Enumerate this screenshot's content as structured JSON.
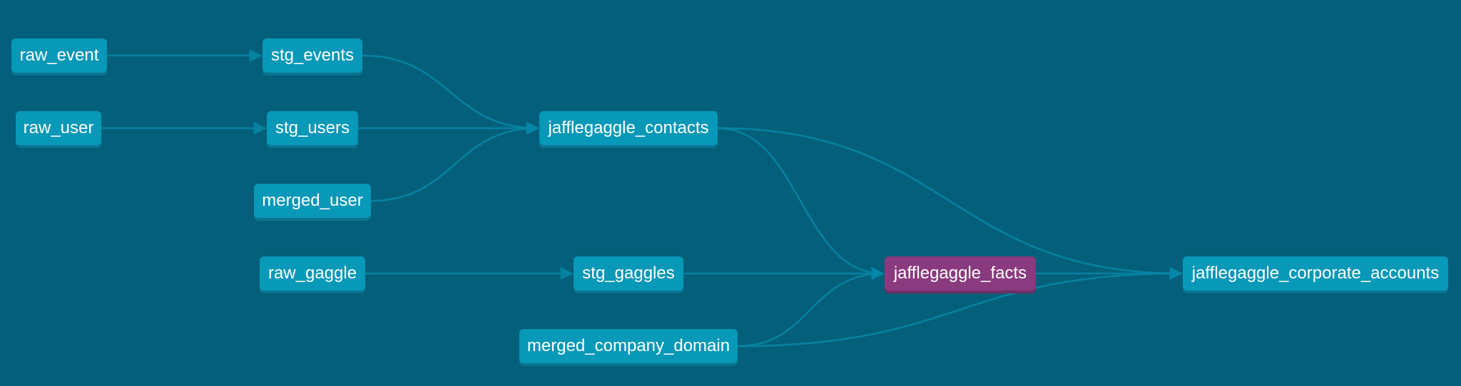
{
  "colors": {
    "background": "#045f7a",
    "node": "#0898b8",
    "node_selected": "#8a3a7e",
    "edge": "#0788a8"
  },
  "nodes": {
    "raw_event": "raw_event",
    "raw_user": "raw_user",
    "stg_events": "stg_events",
    "stg_users": "stg_users",
    "merged_user": "merged_user",
    "raw_gaggle": "raw_gaggle",
    "jafflegaggle_contacts": "jafflegaggle_contacts",
    "stg_gaggles": "stg_gaggles",
    "merged_company_domain": "merged_company_domain",
    "jafflegaggle_facts": "jafflegaggle_facts",
    "jafflegaggle_corporate_accounts": "jafflegaggle_corporate_accounts"
  },
  "edges": [
    [
      "raw_event",
      "stg_events"
    ],
    [
      "raw_user",
      "stg_users"
    ],
    [
      "stg_events",
      "jafflegaggle_contacts"
    ],
    [
      "stg_users",
      "jafflegaggle_contacts"
    ],
    [
      "merged_user",
      "jafflegaggle_contacts"
    ],
    [
      "raw_gaggle",
      "stg_gaggles"
    ],
    [
      "stg_gaggles",
      "jafflegaggle_facts"
    ],
    [
      "jafflegaggle_contacts",
      "jafflegaggle_facts"
    ],
    [
      "merged_company_domain",
      "jafflegaggle_facts"
    ],
    [
      "jafflegaggle_contacts",
      "jafflegaggle_corporate_accounts"
    ],
    [
      "jafflegaggle_facts",
      "jafflegaggle_corporate_accounts"
    ],
    [
      "merged_company_domain",
      "jafflegaggle_corporate_accounts"
    ]
  ],
  "selected_node": "jafflegaggle_facts"
}
